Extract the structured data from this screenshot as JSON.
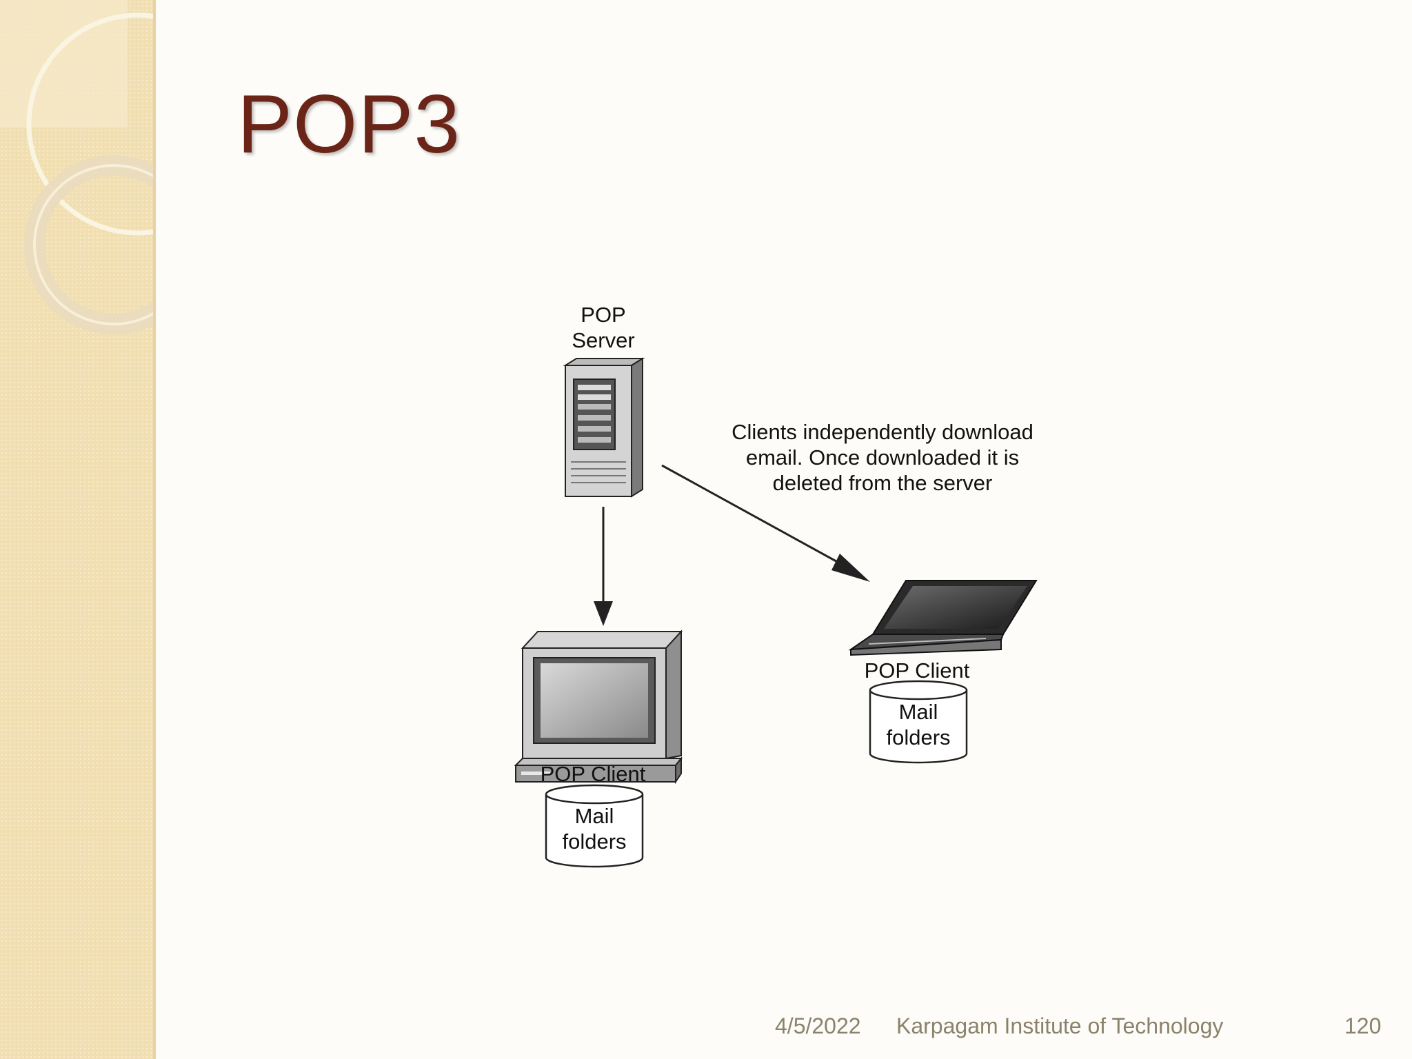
{
  "slide": {
    "title": "POP3"
  },
  "diagram": {
    "server_label": "POP\nServer",
    "annotation": "Clients independently download\nemail. Once downloaded it is\ndeleted from the server",
    "desktop_client_label": "POP Client",
    "desktop_storage_label": "Mail\nfolders",
    "laptop_client_label": "POP Client",
    "laptop_storage_label": "Mail\nfolders"
  },
  "footer": {
    "date": "4/5/2022",
    "organization": "Karpagam Institute of Technology",
    "page_number": "120"
  }
}
